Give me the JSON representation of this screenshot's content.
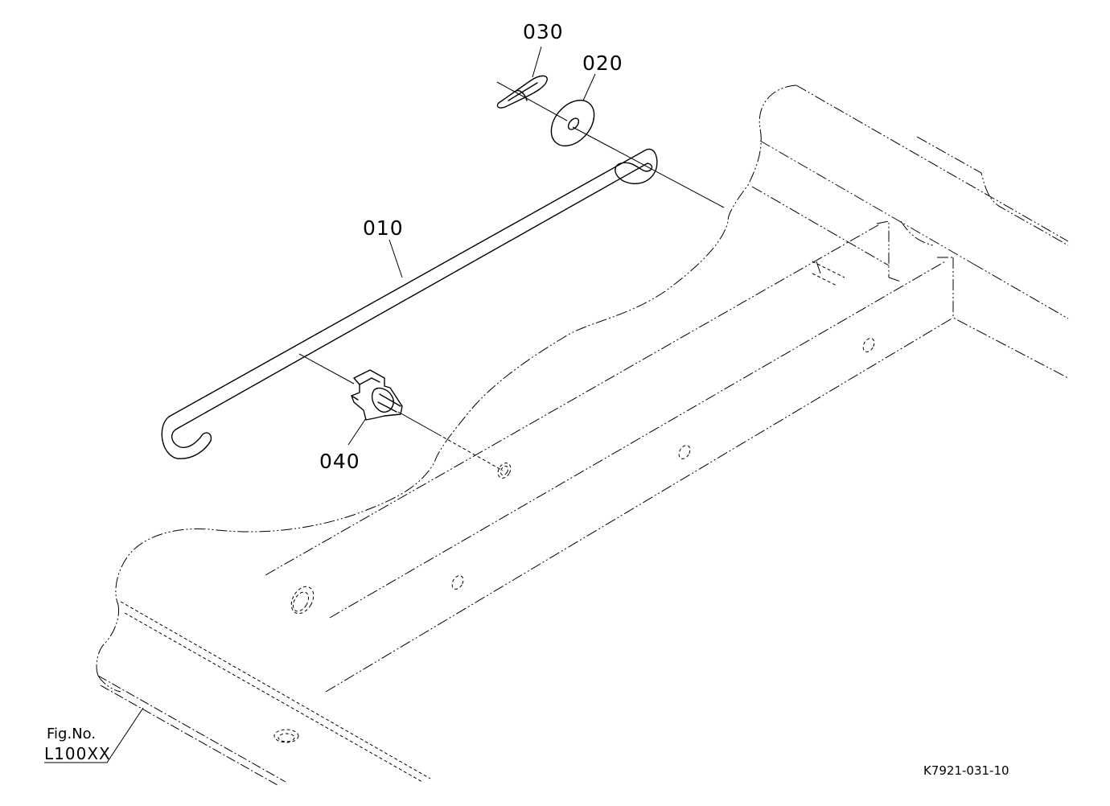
{
  "callouts": {
    "part_010": "010",
    "part_020": "020",
    "part_030": "030",
    "part_040": "040"
  },
  "figure": {
    "label": "Fig.No.",
    "number": "L100XX"
  },
  "reference": "K7921-031-10",
  "colors": {
    "line": "#000000",
    "background": "#ffffff"
  }
}
